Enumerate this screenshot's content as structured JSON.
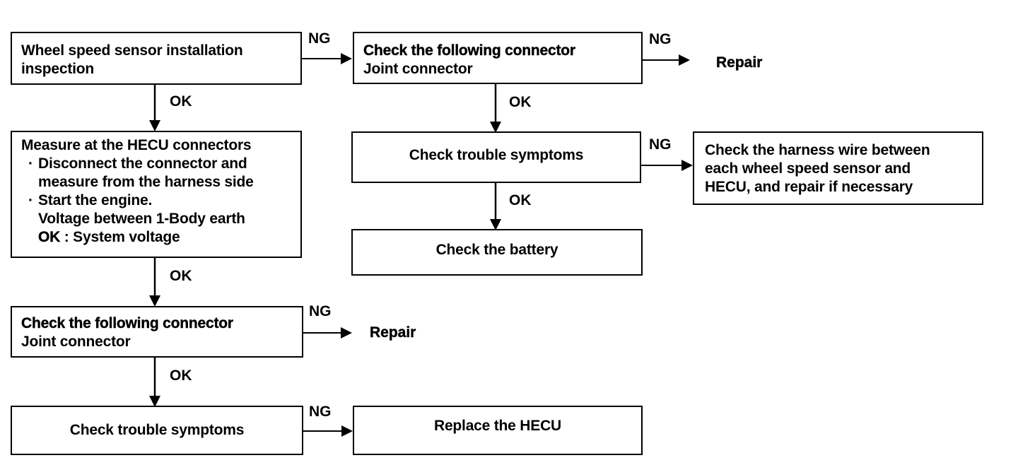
{
  "boxes": {
    "install": {
      "lines": [
        "Wheel speed sensor installation",
        "inspection"
      ]
    },
    "measure": {
      "title": "Measure at the HECU connectors",
      "bullet1_lines": [
        "Disconnect the connector and",
        "measure from the harness side"
      ],
      "bullet2_lines": [
        "Start the engine.",
        "Voltage between 1-Body earth"
      ],
      "ok_prefix": "OK",
      "ok_value": ": System voltage",
      "bullet_glyph": "·"
    },
    "connector_left": {
      "title": "Check the following connector",
      "subtitle": "Joint connector"
    },
    "symptoms_left": {
      "text": "Check trouble symptoms"
    },
    "replace_hecu": {
      "text": "Replace the HECU"
    },
    "connector_right": {
      "title": "Check the following connector",
      "subtitle": "Joint connector"
    },
    "symptoms_right": {
      "text": "Check trouble symptoms"
    },
    "battery": {
      "text": "Check the battery"
    },
    "harness": {
      "lines": [
        "Check the harness wire between",
        "each wheel speed sensor and",
        "HECU, and repair if necessary"
      ]
    }
  },
  "labels": {
    "ok": "OK",
    "ng": "NG",
    "repair": "Repair"
  }
}
